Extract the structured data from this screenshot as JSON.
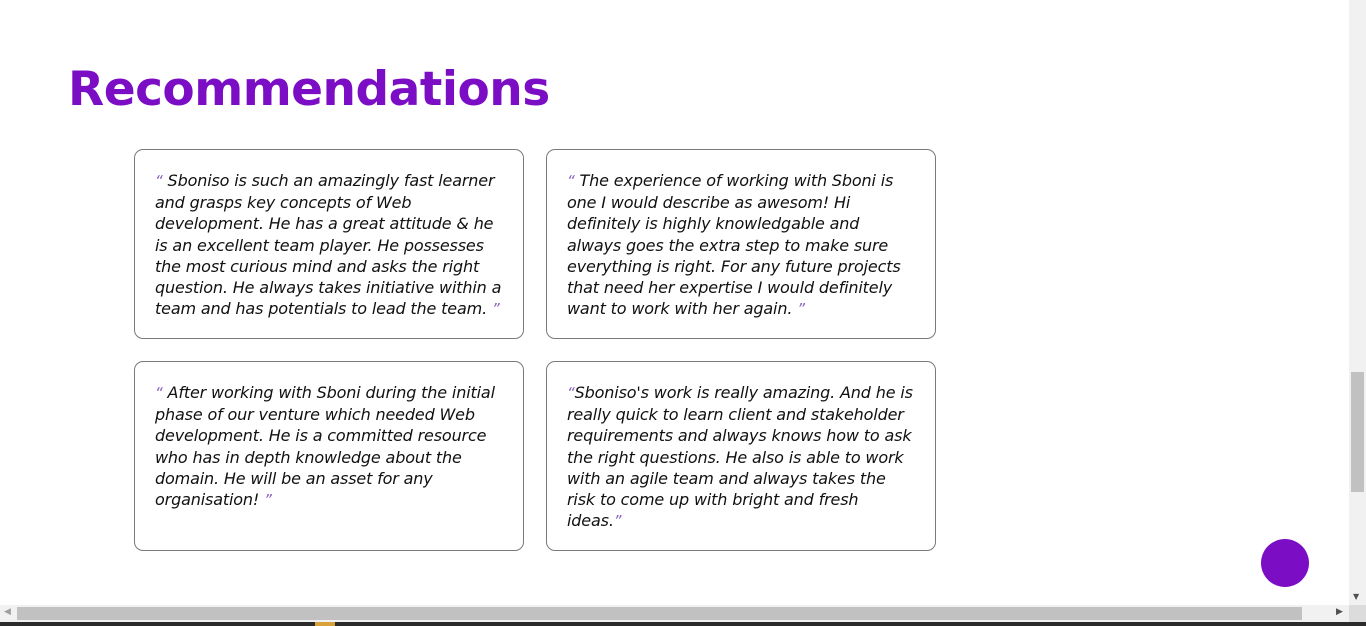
{
  "section": {
    "title": "Recommendations"
  },
  "quote_marks": {
    "open": "“",
    "close": "”"
  },
  "recommendations": [
    {
      "text": " Sboniso is such an amazingly fast learner and grasps key concepts of Web development. He has a great attitude & he is an excellent team player. He possesses the most curious mind and asks the right question. He always takes initiative within a team and has potentials to lead the team. "
    },
    {
      "text": " The experience of working with Sboni is one I would describe as awesom! Hi definitely is highly knowledgable and always goes the extra step to make sure everything is right. For any future projects that need her expertise I would definitely want to work with her again. "
    },
    {
      "text": " After working with Sboni during the initial phase of our venture which needed Web development. He is a committed resource who has in depth knowledge about the domain. He will be an asset for any organisation! "
    },
    {
      "text": "Sboniso's work is really amazing. And he is really quick to learn client and stakeholder requirements and always knows how to ask the right questions. He also is able to work with an agile team and always takes the risk to come up with bright and fresh ideas."
    }
  ],
  "colors": {
    "accent": "#7b0dc4",
    "quote_mark": "#8a5fc0",
    "card_border": "#7a7a7a"
  },
  "icons": {
    "fab": "circle-button",
    "scroll_up": "triangle-up-icon",
    "scroll_down": "triangle-down-icon",
    "scroll_left": "triangle-left-icon",
    "scroll_right": "triangle-right-icon"
  }
}
